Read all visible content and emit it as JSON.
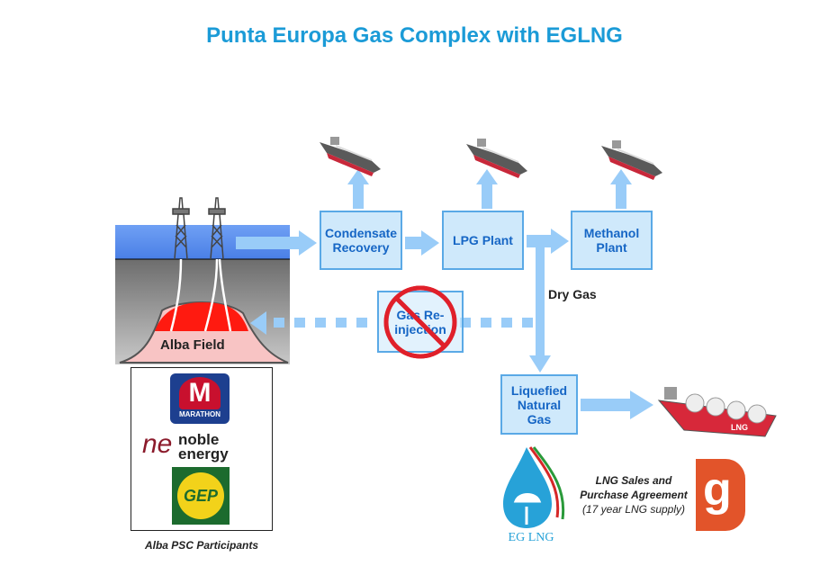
{
  "title": "Punta Europa Gas Complex with EGLNG",
  "field": {
    "label": "Alba Field"
  },
  "boxes": {
    "condensate": "Condensate Recovery",
    "lpg": "LPG Plant",
    "methanol": "Methanol Plant",
    "reinjection": "Gas Re-injection",
    "lng": "Liquefied Natural Gas"
  },
  "dry_gas": "Dry Gas",
  "lng_ship_label": "LNG",
  "partners": {
    "logos": [
      "MARATHON",
      "noble energy",
      "GEP"
    ],
    "caption": "Alba PSC Participants"
  },
  "eglng_logo": "EG LNG",
  "agreement": {
    "line1": "LNG Sales and",
    "line2": "Purchase Agreement",
    "line3": "(17 year LNG supply)"
  },
  "colors": {
    "title": "#1b9bd7",
    "arrow": "#99ccf8",
    "box_fill": "#cfe9fb",
    "box_text": "#1666c5",
    "reservoir": "#ff1a10",
    "bg_logo": "#e2542a"
  }
}
